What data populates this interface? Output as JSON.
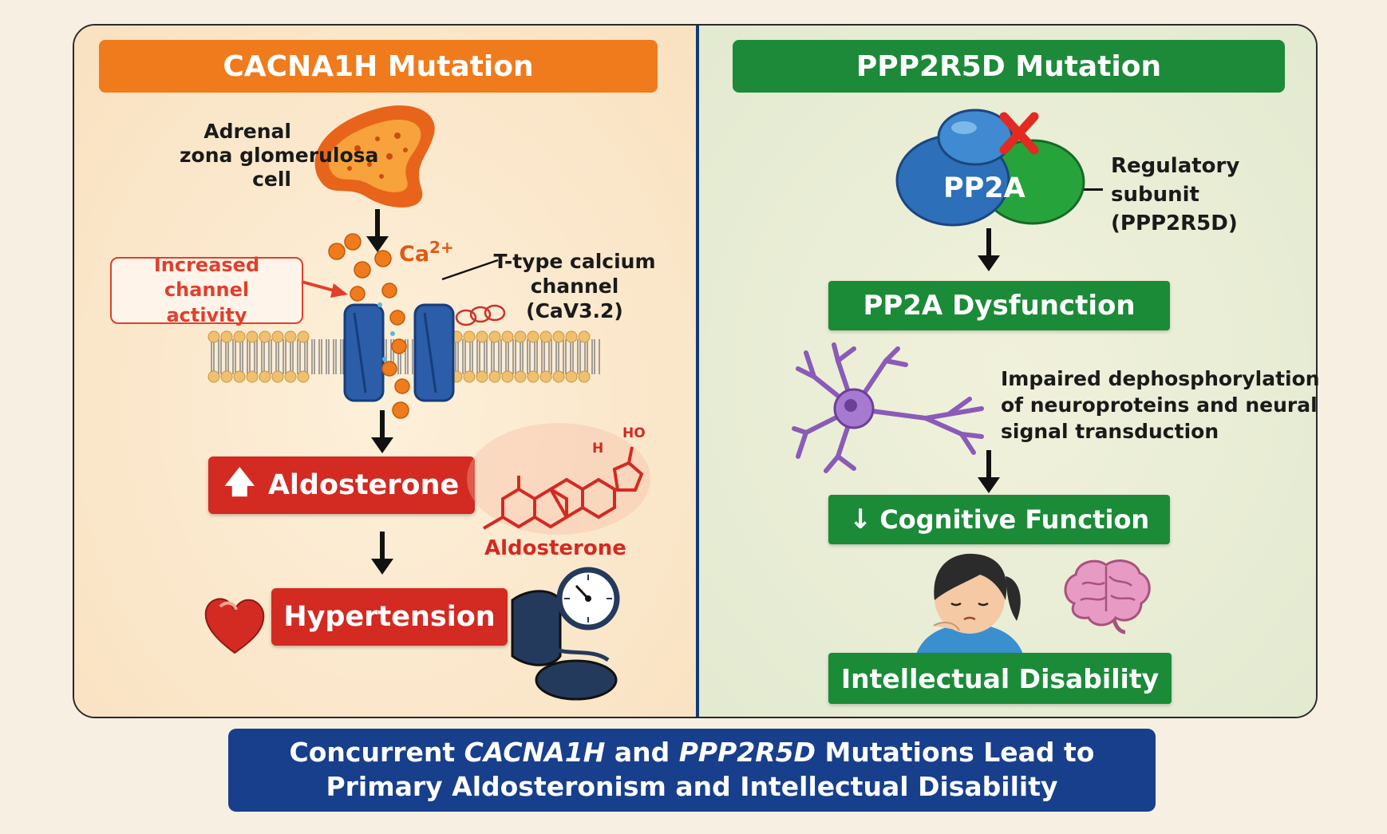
{
  "left": {
    "title": "CACNA1H Mutation",
    "adrenal_label": [
      "Adrenal",
      "zona glomerulosa",
      "cell"
    ],
    "ion_label": "Ca2+",
    "callout": [
      "Increased channel",
      "activity"
    ],
    "channel_label": [
      "T-type calcium",
      "channel",
      "(CaV3.2)"
    ],
    "aldosterone_box": "Aldosterone",
    "structure_label": "Aldosterone",
    "structure_marks": [
      "HO",
      "H"
    ],
    "hypertension_box": "Hypertension",
    "colors": {
      "header": "#f07b1c",
      "box": "#d32a22"
    }
  },
  "right": {
    "title": "PPP2R5D Mutation",
    "protein_label": "PP2A",
    "subunit_label": [
      "Regulatory",
      "subunit",
      "(PPP2R5D)"
    ],
    "dysfunction_box": "PP2A Dysfunction",
    "impaired_text": [
      "Impaired dephosphorylation",
      "of neuroproteins and neural",
      "signal transduction"
    ],
    "cognitive_box": "Cognitive Function",
    "disability_box": "Intellectual Disability",
    "colors": {
      "header": "#1d8a3a",
      "box": "#1b8b38"
    }
  },
  "footer": {
    "line1_parts": [
      "Concurrent ",
      "CACNA1H",
      " and ",
      "PPP2R5D",
      " Mutations Lead to"
    ],
    "line2": "Primary Aldosteronism and Intellectual Disability"
  }
}
